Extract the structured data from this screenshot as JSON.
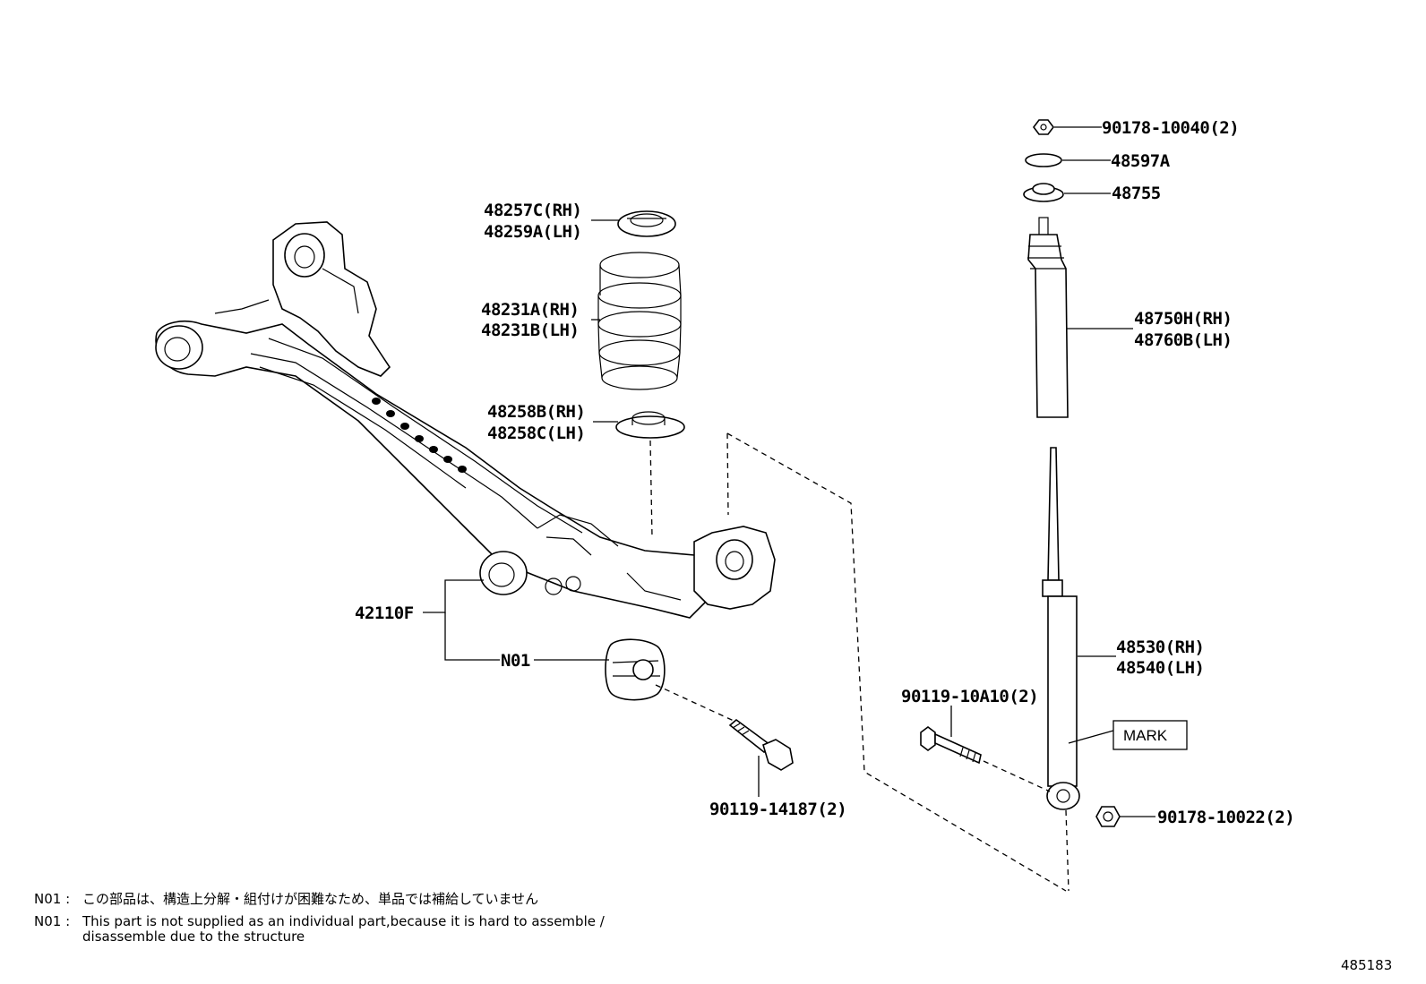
{
  "diagram": {
    "labels": {
      "nut_top": "90178-10040(2)",
      "cushion_retainer": "48597A",
      "upper_support": "48755",
      "dust_cover_rh": "48750H(RH)",
      "dust_cover_lh": "48760B(LH)",
      "upper_insulator_rh": "48257C(RH)",
      "upper_insulator_lh": "48259A(LH)",
      "spring_rh": "48231A(RH)",
      "spring_lh": "48231B(LH)",
      "lower_insulator_rh": "48258B(RH)",
      "lower_insulator_lh": "48258C(LH)",
      "axle_beam": "42110F",
      "bushing": "N01",
      "absorber_rh": "48530(RH)",
      "absorber_lh": "48540(LH)",
      "bolt_absorber": "90119-10A10(2)",
      "mark": "MARK",
      "nut_absorber": "90178-10022(2)",
      "bolt_beam": "90119-14187(2)"
    },
    "notes": {
      "code_ja": "N01 :",
      "text_ja": "この部品は、構造上分解・組付けが困難なため、単品では補給していません",
      "code_en": "N01 :",
      "text_en_line1": "This part is not supplied as an individual part,because it is hard to assemble /",
      "text_en_line2": "disassemble due to the structure"
    },
    "figure_number": "485183"
  }
}
